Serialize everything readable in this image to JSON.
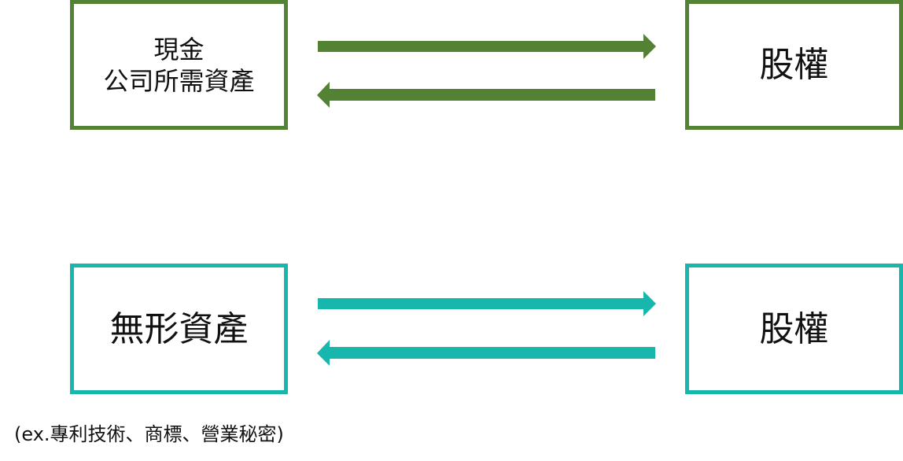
{
  "colors": {
    "green": "#548235",
    "teal": "#18b7ad",
    "text": "#111111"
  },
  "top_row": {
    "left_box": {
      "line1": "現金",
      "line2": "公司所需資產"
    },
    "right_box": {
      "label": "股權"
    }
  },
  "bottom_row": {
    "left_box": {
      "label": "無形資產"
    },
    "right_box": {
      "label": "股權"
    }
  },
  "note": "(ex.專利技術、商標、營業秘密)"
}
